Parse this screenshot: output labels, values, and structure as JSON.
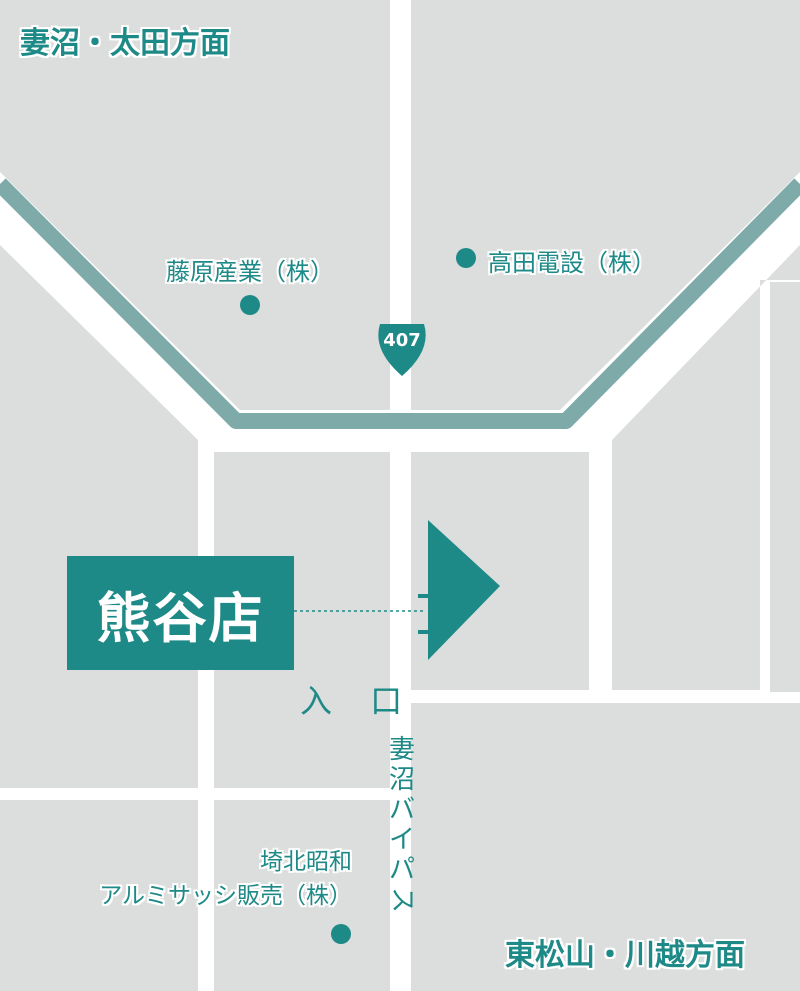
{
  "directions": {
    "top_left": "妻沼・太田方面",
    "bottom_right": "東松山・川越方面"
  },
  "store_name": "熊谷店",
  "entrance_label": "入 口",
  "road_label": "妻沼バイパス",
  "route_shield": "407",
  "landmarks": {
    "fujiwara": "藤原産業（株）",
    "takada": "高田電設（株）",
    "saikita_line1": "埼北昭和",
    "saikita_line2": "アルミサッシ販売（株）"
  },
  "colors": {
    "accent": "#1e8a87",
    "road_highlight": "#7eaaa9",
    "block": "#dcdddd",
    "road": "#ffffff"
  }
}
